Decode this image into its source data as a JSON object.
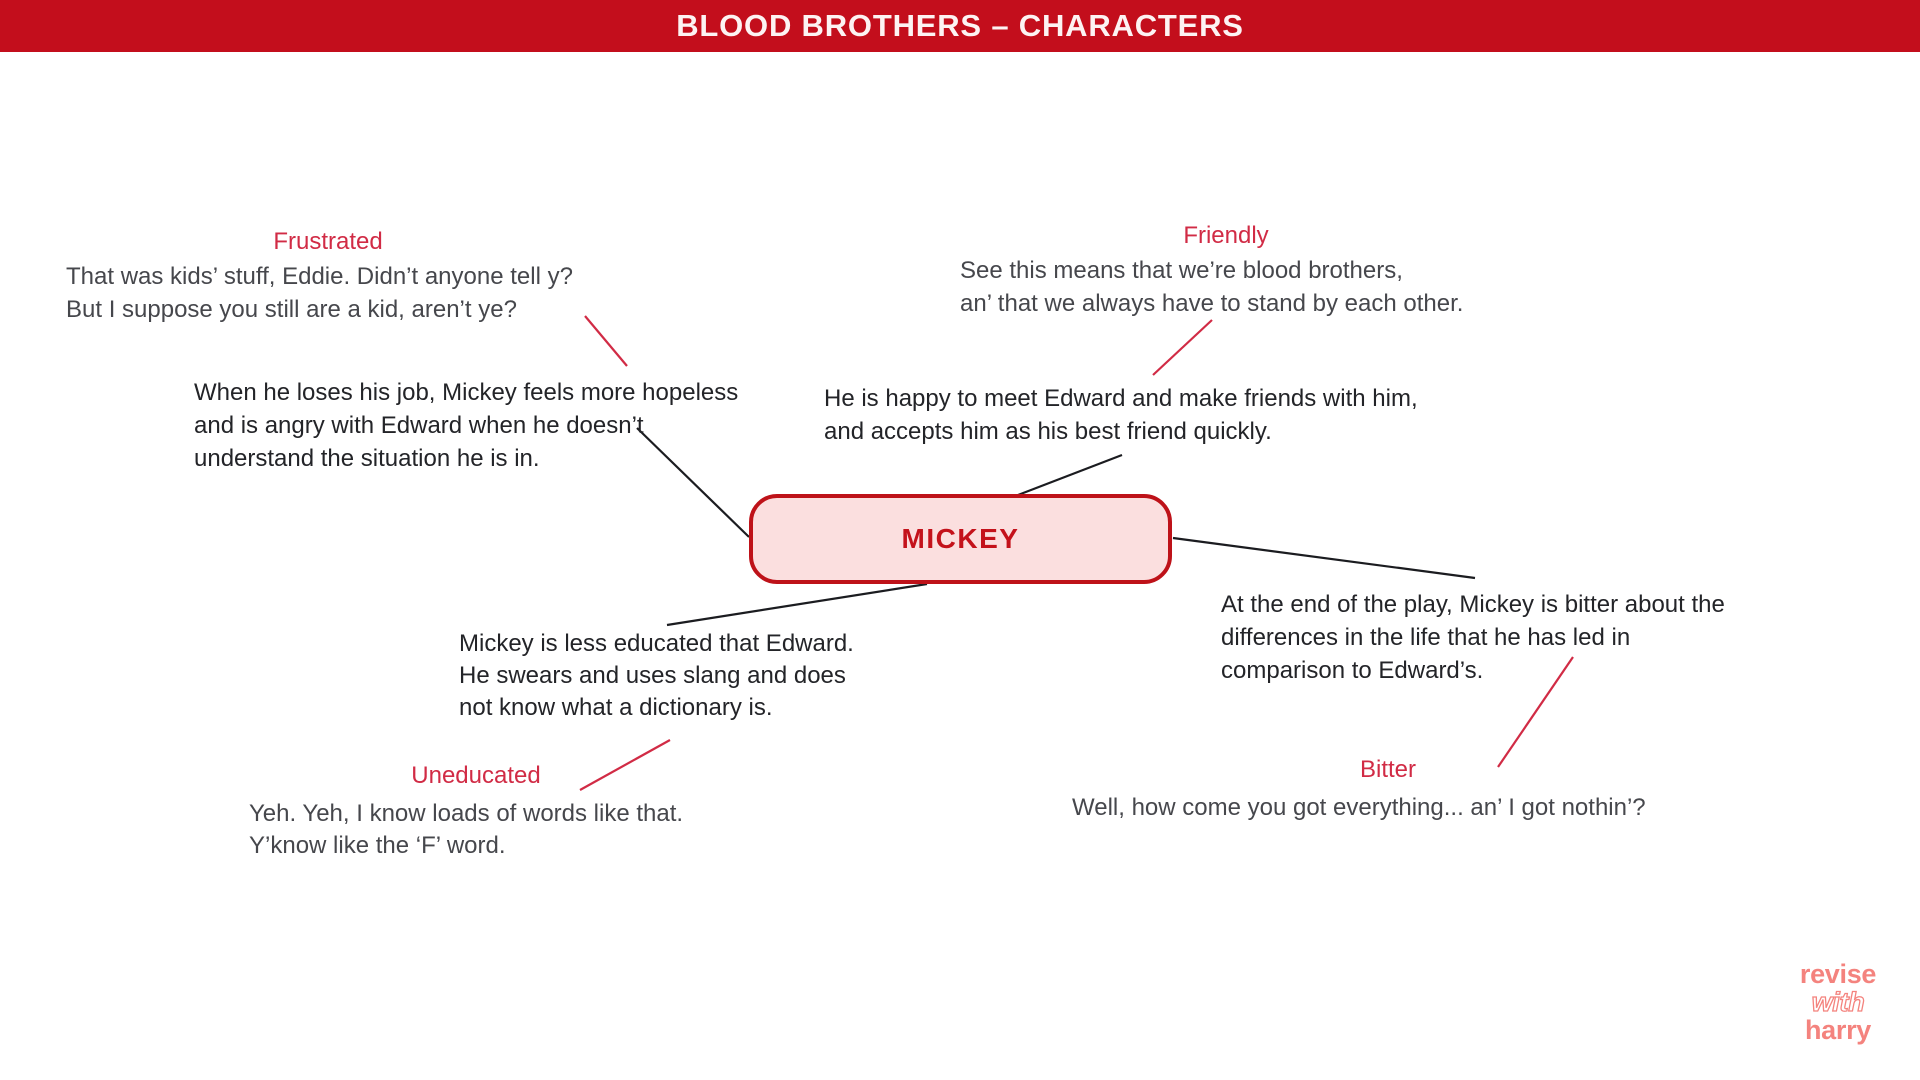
{
  "header": {
    "title": "BLOOD BROTHERS – CHARACTERS"
  },
  "center_node": {
    "label": "MICKEY"
  },
  "traits": [
    {
      "label": "Frustrated",
      "quote_lines": [
        "That was kids’ stuff, Eddie. Didn’t anyone tell y?",
        "But I suppose you still are a kid, aren’t ye?"
      ],
      "note_lines": [
        "When he loses his job, Mickey feels more hopeless",
        "and is angry with Edward when he doesn’t",
        "understand the situation he is in."
      ]
    },
    {
      "label": "Friendly",
      "quote_lines": [
        "See this means that we’re blood brothers,",
        "an’ that we always have to stand by each other."
      ],
      "note_lines": [
        "He is happy to meet Edward and make friends with him,",
        "and accepts him as his best friend quickly."
      ]
    },
    {
      "label": "Uneducated",
      "quote_lines": [
        "Yeh. Yeh, I know loads of words like that.",
        "Y’know like the ‘F’ word."
      ],
      "note_lines": [
        "Mickey is less educated that Edward.",
        "He swears and uses slang and does",
        "not know what a dictionary is."
      ]
    },
    {
      "label": "Bitter",
      "quote_lines": [
        "Well, how come you got everything... an’ I got nothin’?"
      ],
      "note_lines": [
        "At the end of the play, Mickey is bitter about the",
        "differences in the life that he has led in",
        "comparison to Edward’s."
      ]
    }
  ],
  "logo": {
    "lines": [
      "revise",
      "with",
      "harry"
    ]
  },
  "colors": {
    "header_bg": "#C30E1C",
    "accent_red": "#D12B45",
    "node_fill": "#FBDFDF",
    "node_border": "#BE1219",
    "node_text": "#C4121B",
    "quote_text": "#46474C",
    "note_text": "#232428",
    "connector_black": "#1B1C20",
    "logo_pink": "#F4837E"
  }
}
